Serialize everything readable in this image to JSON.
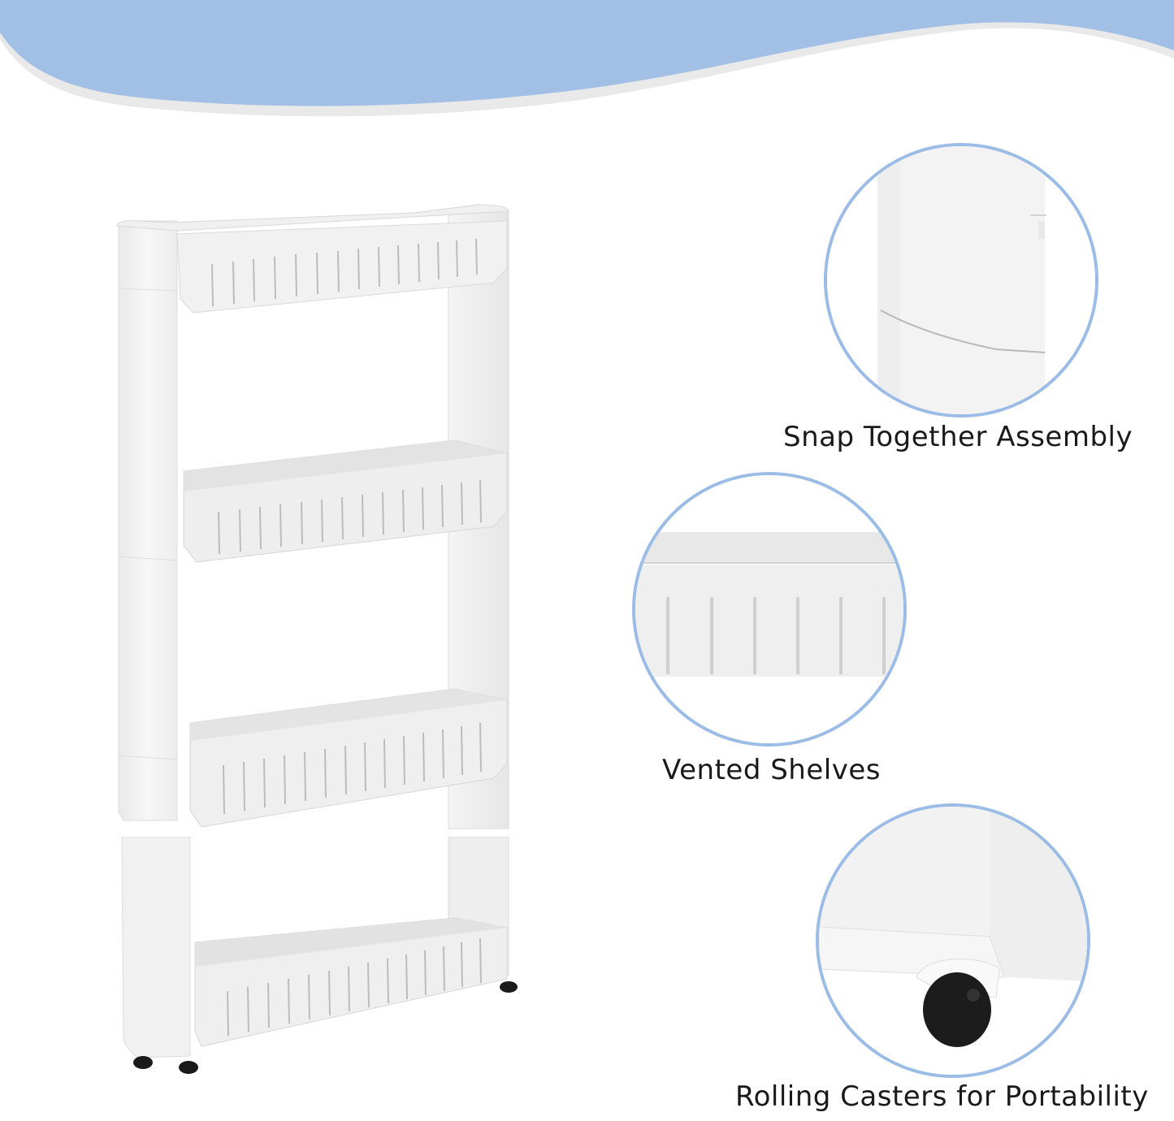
{
  "theme": {
    "background": "#ffffff",
    "wave_color": "#a2bfe6",
    "wave_shadow": "#e8e8e8",
    "ring_color": "#9bbce6",
    "text_color": "#1a1a1a",
    "product_color": "#f2f2f2",
    "caster_color": "#1a1a1a"
  },
  "product": {
    "name": "4-tier slim rolling storage cart",
    "tiers": 4,
    "icon": "rolling-cart-illustration"
  },
  "features": [
    {
      "label": "Snap Together Assembly",
      "icon": "snap-joint-closeup"
    },
    {
      "label": "Vented Shelves",
      "icon": "vented-shelf-closeup"
    },
    {
      "label": "Rolling Casters for Portability",
      "icon": "caster-wheel-closeup"
    }
  ]
}
